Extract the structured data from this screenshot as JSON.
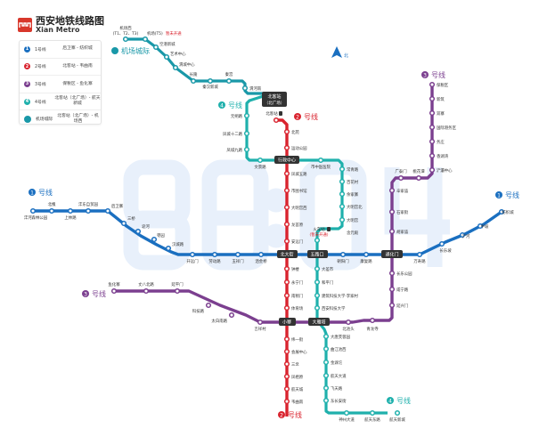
{
  "header": {
    "title_cn": "西安地铁线路图",
    "title_en": "Xian Metro"
  },
  "legend": [
    {
      "badge": "1",
      "name": "1号线",
      "range": "后卫寨 - 纺织城",
      "color": "#1a6fc0"
    },
    {
      "badge": "2",
      "name": "2号线",
      "range": "北客站 - 韦曲南",
      "color": "#d9232e"
    },
    {
      "badge": "3",
      "name": "3号线",
      "range": "保税区 - 鱼化寨",
      "color": "#7b3f8f"
    },
    {
      "badge": "4",
      "name": "4号线",
      "range": "北客站（北广场）- 航天新城",
      "color": "#1fb0ac"
    },
    {
      "badge": "",
      "name": "机场城际",
      "range": "北客站（北广场）- 机场西",
      "color": "#1998a8"
    }
  ],
  "compass": {
    "label": "北"
  },
  "watermark": "86:04",
  "colors": {
    "line1": "#1a6fc0",
    "line2": "#d9232e",
    "line3": "#7b3f8f",
    "line4": "#1fb0ac",
    "airport": "#1998a8",
    "interchange": "#333333",
    "not_open": "#d9232e"
  },
  "line_labels": {
    "airport": "机场城际",
    "line4_top": "号线",
    "line4_bottom": "号线",
    "line2_top": "号线",
    "line2_bottom": "号线",
    "line1_left": "号线",
    "line1_right": "号线",
    "line3_top": "号线",
    "line3_left": "号线",
    "n1": "1",
    "n2": "2",
    "n3": "3",
    "n4": "4"
  },
  "interchanges": {
    "beikezhan_bgc": "北客站",
    "beikezhan_bgc2": "（北广场）",
    "xingzhengzhongxin": "行政中心",
    "beidajie": "北大街",
    "wulukou": "五路口",
    "tonghuamen": "通化门",
    "xiaozhai": "小寨",
    "dayanta": "大雁塔"
  },
  "notes": {
    "airport_t5": "机场(T5)",
    "not_open": "暂未开通",
    "huochezhan": "火车站",
    "huochezhan_note": "(暂未开通)",
    "beikezhan2": "北客站"
  },
  "stations": {
    "airport": [
      "机场西",
      "(T1、T2、T3)",
      "空港新城",
      "艺术中心",
      "渭城中心",
      "长陵",
      "秦汉新城",
      "秦宫",
      "渭河南"
    ],
    "line4_north": [
      "元朔路",
      "凤城十二路",
      "凤城九路",
      "文景路"
    ],
    "line2_north": [
      "北苑",
      "运动公园"
    ],
    "line2_mid": [
      "凤城五路",
      "市图书馆",
      "大明宫西",
      "龙首原",
      "安远门"
    ],
    "line2_south": [
      "钟楼",
      "永宁门",
      "南稍门",
      "体育场"
    ],
    "line2_far_south": [
      "纬一街",
      "会展中心",
      "三爻",
      "凤栖原",
      "航天城",
      "韦曲南"
    ],
    "line4_mid": [
      "市中医医院",
      "常青路",
      "百花村",
      "余家寨",
      "大明宫北",
      "大明宫",
      "含元殿"
    ],
    "line4_south": [
      "大差市",
      "和平门",
      "建筑科技大学·李家村",
      "西安科技大学"
    ],
    "line4_far_south": [
      "大唐芙蓉园",
      "曲江池西",
      "金滹沱",
      "航天大道",
      "飞天路",
      "东长安街",
      "神州大道",
      "航天东路",
      "航天新城"
    ],
    "line3_north": [
      "保税区",
      "新筑",
      "双寨",
      "国际港务区",
      "务庄",
      "香湖湾",
      "浐灞中心",
      "桃花潭",
      "广泰门"
    ],
    "line3_mid": [
      "辛家庙",
      "石家街",
      "胡家庙",
      "长乐公园",
      "咸宁路",
      "延兴门"
    ],
    "line3_south": [
      "北池头",
      "青龙寺"
    ],
    "line3_west": [
      "鱼化寨",
      "丈八北路",
      "延平门",
      "科技路",
      "太白南路",
      "吉祥村"
    ],
    "line1_west": [
      "沣河森林公园",
      "北槐",
      "上林路",
      "沣东自贸园",
      "后卫寨",
      "三桥",
      "皂河",
      "枣园",
      "汉城路"
    ],
    "line1_mid": [
      "开远门",
      "劳动路",
      "玉祥门",
      "洒金桥"
    ],
    "line1_east": [
      "朝阳门",
      "康复路",
      "万寿路",
      "长乐坡",
      "浐河",
      "半坡",
      "纺织城"
    ]
  }
}
